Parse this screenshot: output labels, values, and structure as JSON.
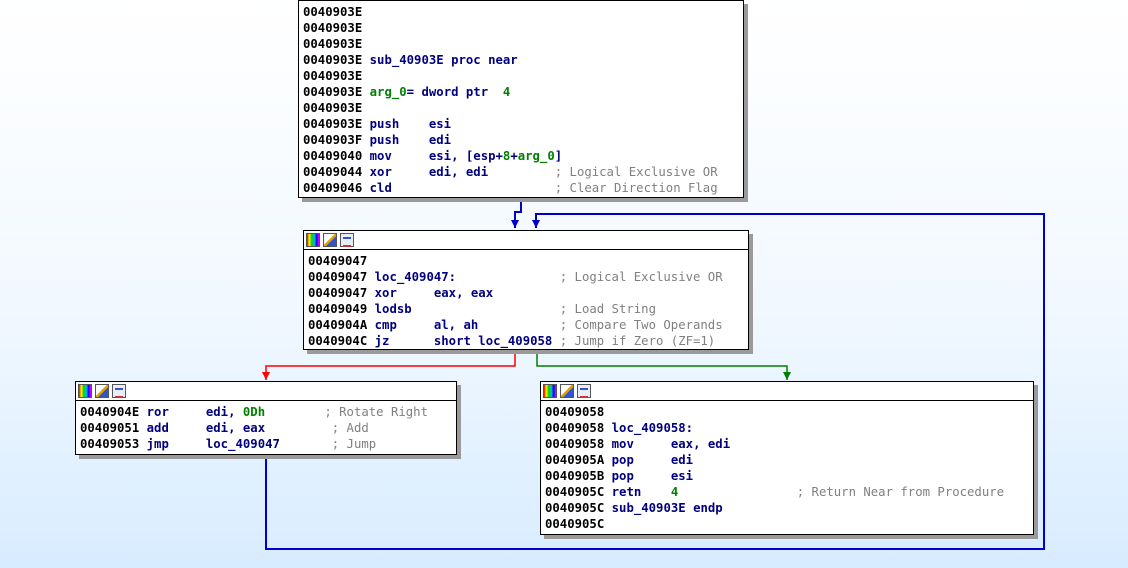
{
  "colors": {
    "edge_true": "#008000",
    "edge_false": "#ff0000",
    "edge_uncond": "#0000cc",
    "mnemonic": "#000080",
    "number": "#008000",
    "comment": "#808080"
  },
  "icons": [
    "color-palette-icon",
    "rename-icon",
    "graph-overview-icon"
  ],
  "nodes": [
    {
      "id": "block-40903e",
      "has_header": false,
      "lines": [
        [
          {
            "t": "0040903E",
            "c": "addr"
          }
        ],
        [
          {
            "t": "0040903E",
            "c": "addr"
          }
        ],
        [
          {
            "t": "0040903E",
            "c": "addr"
          }
        ],
        [
          {
            "t": "0040903E ",
            "c": "addr"
          },
          {
            "t": "sub_40903E proc near",
            "c": "tx"
          }
        ],
        [
          {
            "t": "0040903E",
            "c": "addr"
          }
        ],
        [
          {
            "t": "0040903E ",
            "c": "addr"
          },
          {
            "t": "arg_0",
            "c": "num"
          },
          {
            "t": "= dword ptr  ",
            "c": "tx"
          },
          {
            "t": "4",
            "c": "num"
          }
        ],
        [
          {
            "t": "0040903E",
            "c": "addr"
          }
        ],
        [
          {
            "t": "0040903E ",
            "c": "addr"
          },
          {
            "t": "push    esi",
            "c": "tx"
          }
        ],
        [
          {
            "t": "0040903F ",
            "c": "addr"
          },
          {
            "t": "push    edi",
            "c": "tx"
          }
        ],
        [
          {
            "t": "00409040 ",
            "c": "addr"
          },
          {
            "t": "mov     esi, [esp+",
            "c": "tx"
          },
          {
            "t": "8",
            "c": "num"
          },
          {
            "t": "+",
            "c": "tx"
          },
          {
            "t": "arg_0",
            "c": "num"
          },
          {
            "t": "]",
            "c": "tx"
          }
        ],
        [
          {
            "t": "00409044 ",
            "c": "addr"
          },
          {
            "t": "xor     edi, edi         ",
            "c": "tx"
          },
          {
            "t": "; Logical Exclusive OR",
            "c": "cm"
          }
        ],
        [
          {
            "t": "00409046 ",
            "c": "addr"
          },
          {
            "t": "cld                      ",
            "c": "tx"
          },
          {
            "t": "; Clear Direction Flag",
            "c": "cm"
          }
        ]
      ]
    },
    {
      "id": "block-409047",
      "has_header": true,
      "lines": [
        [
          {
            "t": "00409047",
            "c": "addr"
          }
        ],
        [
          {
            "t": "00409047 ",
            "c": "addr"
          },
          {
            "t": "loc_409047:              ",
            "c": "tx"
          },
          {
            "t": "; Logical Exclusive OR",
            "c": "cm"
          }
        ],
        [
          {
            "t": "00409047 ",
            "c": "addr"
          },
          {
            "t": "xor     eax, eax",
            "c": "tx"
          }
        ],
        [
          {
            "t": "00409049 ",
            "c": "addr"
          },
          {
            "t": "lodsb                    ",
            "c": "tx"
          },
          {
            "t": "; Load String",
            "c": "cm"
          }
        ],
        [
          {
            "t": "0040904A ",
            "c": "addr"
          },
          {
            "t": "cmp     al, ah           ",
            "c": "tx"
          },
          {
            "t": "; Compare Two Operands",
            "c": "cm"
          }
        ],
        [
          {
            "t": "0040904C ",
            "c": "addr"
          },
          {
            "t": "jz      short loc_409058 ",
            "c": "tx"
          },
          {
            "t": "; Jump if Zero (ZF=1)",
            "c": "cm"
          }
        ]
      ]
    },
    {
      "id": "block-40904e",
      "has_header": true,
      "lines": [
        [
          {
            "t": "0040904E ",
            "c": "addr"
          },
          {
            "t": "ror     edi, ",
            "c": "tx"
          },
          {
            "t": "0Dh",
            "c": "num"
          },
          {
            "t": "        ",
            "c": "tx"
          },
          {
            "t": "; Rotate Right",
            "c": "cm"
          }
        ],
        [
          {
            "t": "00409051 ",
            "c": "addr"
          },
          {
            "t": "add     edi, eax         ",
            "c": "tx"
          },
          {
            "t": "; Add",
            "c": "cm"
          }
        ],
        [
          {
            "t": "00409053 ",
            "c": "addr"
          },
          {
            "t": "jmp     loc_409047       ",
            "c": "tx"
          },
          {
            "t": "; Jump",
            "c": "cm"
          }
        ]
      ]
    },
    {
      "id": "block-409058",
      "has_header": true,
      "lines": [
        [
          {
            "t": "00409058",
            "c": "addr"
          }
        ],
        [
          {
            "t": "00409058 ",
            "c": "addr"
          },
          {
            "t": "loc_409058:",
            "c": "tx"
          }
        ],
        [
          {
            "t": "00409058 ",
            "c": "addr"
          },
          {
            "t": "mov     eax, edi",
            "c": "tx"
          }
        ],
        [
          {
            "t": "0040905A ",
            "c": "addr"
          },
          {
            "t": "pop     edi",
            "c": "tx"
          }
        ],
        [
          {
            "t": "0040905B ",
            "c": "addr"
          },
          {
            "t": "pop     esi",
            "c": "tx"
          }
        ],
        [
          {
            "t": "0040905C ",
            "c": "addr"
          },
          {
            "t": "retn    ",
            "c": "tx"
          },
          {
            "t": "4",
            "c": "num"
          },
          {
            "t": "                ",
            "c": "tx"
          },
          {
            "t": "; Return Near from Procedure",
            "c": "cm"
          }
        ],
        [
          {
            "t": "0040905C ",
            "c": "addr"
          },
          {
            "t": "sub_40903E endp",
            "c": "tx"
          }
        ],
        [
          {
            "t": "0040905C",
            "c": "addr"
          }
        ]
      ]
    }
  ]
}
